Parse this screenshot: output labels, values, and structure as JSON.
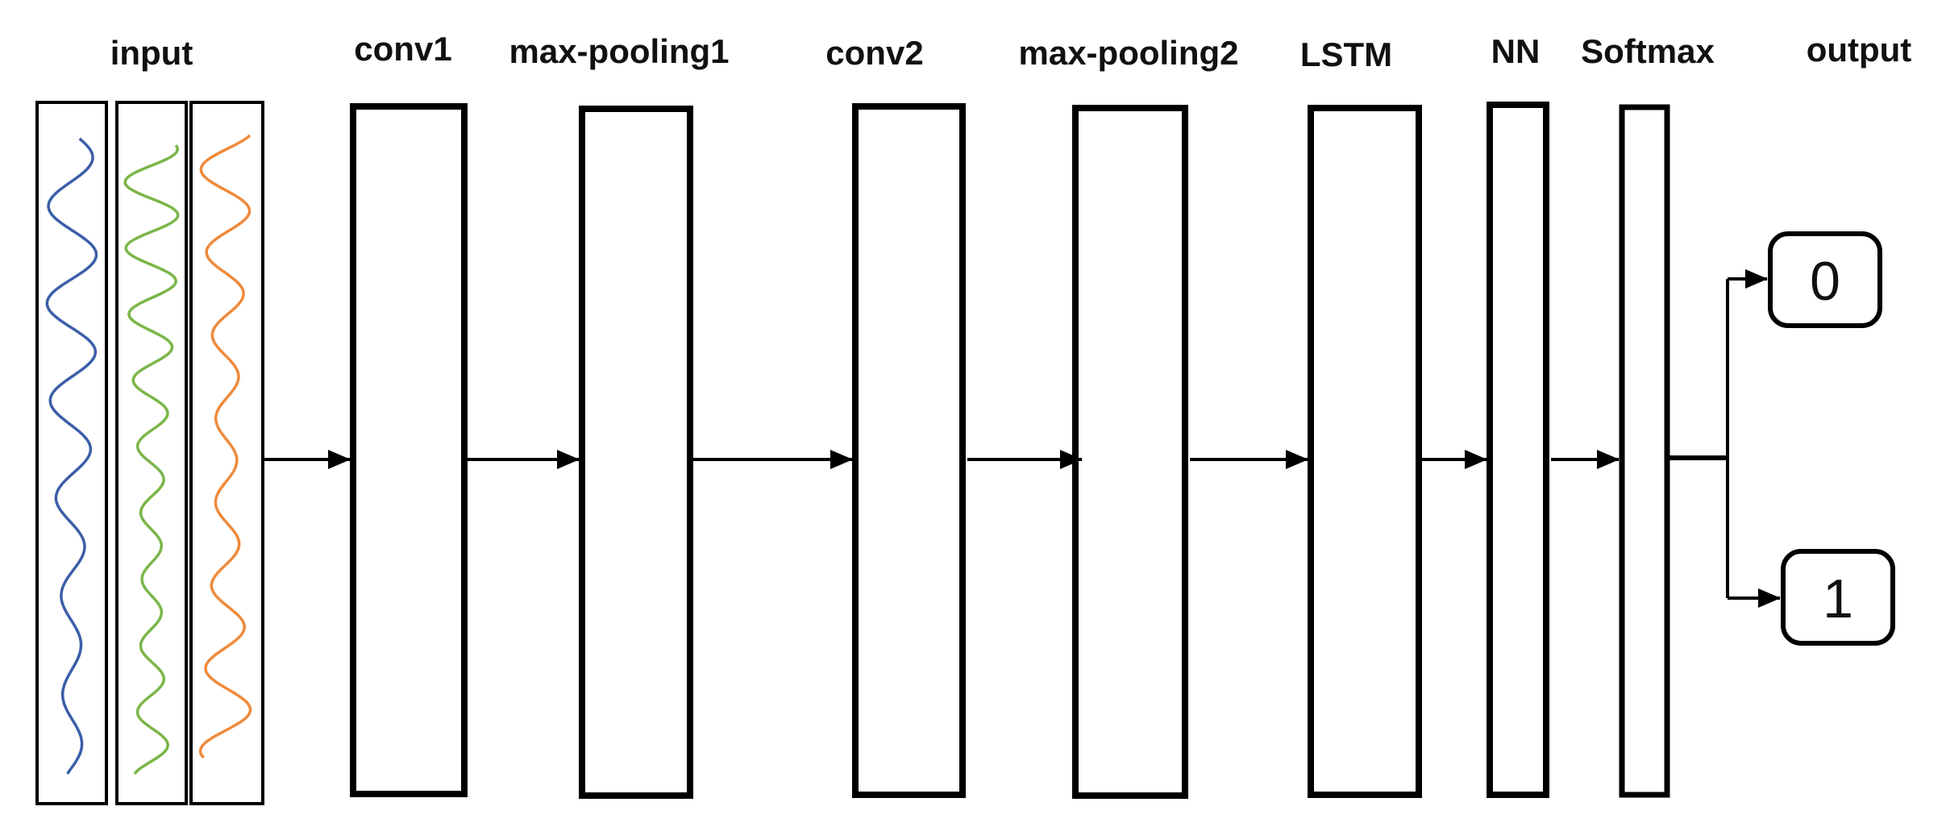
{
  "colors": {
    "stroke": "#000000",
    "signal_blue": "#3b5ea8",
    "signal_green": "#7ab648",
    "signal_orange": "#ee8a3c"
  },
  "stages": [
    {
      "id": "input",
      "label": "input"
    },
    {
      "id": "conv1",
      "label": "conv1"
    },
    {
      "id": "max-pooling1",
      "label": "max-pooling1"
    },
    {
      "id": "conv2",
      "label": "conv2"
    },
    {
      "id": "max-pooling2",
      "label": "max-pooling2"
    },
    {
      "id": "lstm",
      "label": "LSTM"
    },
    {
      "id": "nn",
      "label": "NN"
    },
    {
      "id": "softmax",
      "label": "Softmax"
    },
    {
      "id": "output",
      "label": "output"
    }
  ],
  "outputs": [
    "0",
    "1"
  ]
}
